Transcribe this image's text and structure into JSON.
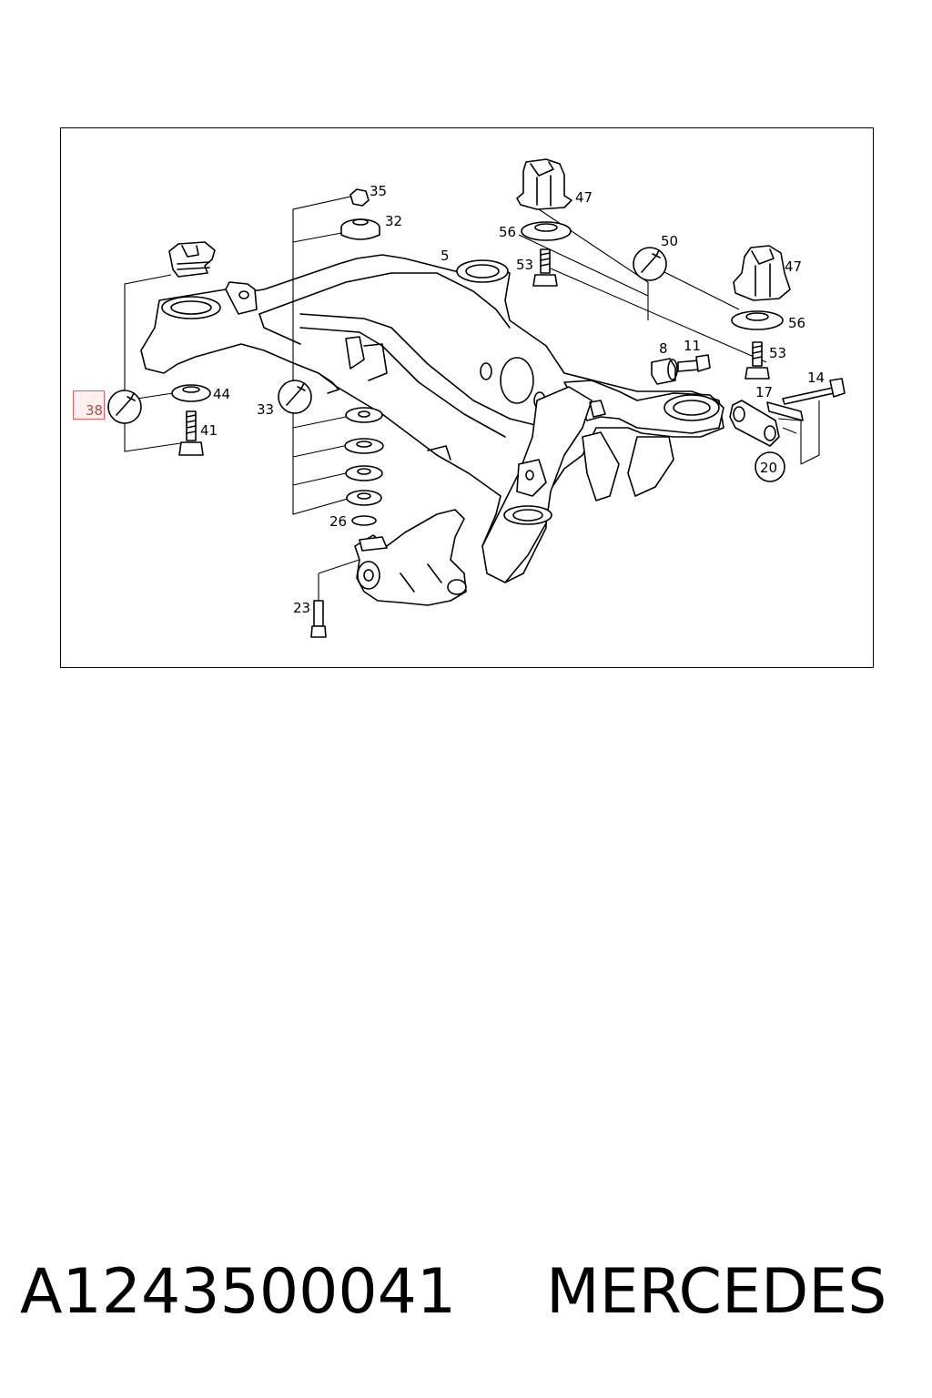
{
  "diagram": {
    "callouts": {
      "c35": "35",
      "c32": "32",
      "c5": "5",
      "c47a": "47",
      "c56a": "56",
      "c53a": "53",
      "c50": "50",
      "c47b": "47",
      "c56b": "56",
      "c8": "8",
      "c11": "11",
      "c53b": "53",
      "c14": "14",
      "c17": "17",
      "c20": "20",
      "c44": "44",
      "c41": "41",
      "c38": "38",
      "c33": "33",
      "c26": "26",
      "c23": "23"
    },
    "highlighted_callout": "38"
  },
  "footer": {
    "part_number": "A1243500041",
    "brand": "MERCEDES"
  }
}
